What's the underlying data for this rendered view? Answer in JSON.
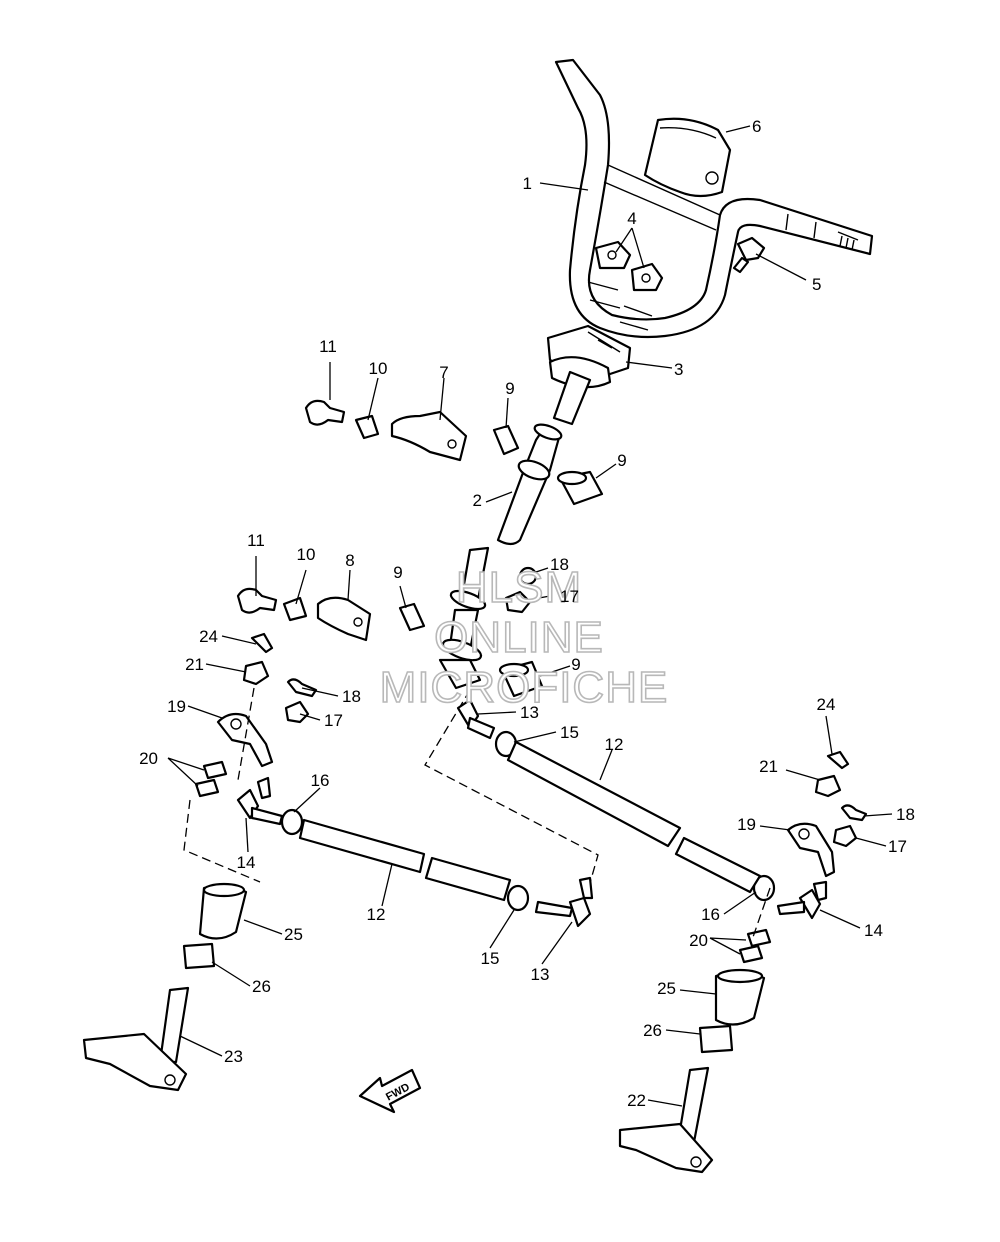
{
  "diagram": {
    "callouts": [
      "1",
      "2",
      "3",
      "4",
      "5",
      "6",
      "7",
      "8",
      "9",
      "10",
      "11",
      "12",
      "13",
      "14",
      "15",
      "16",
      "17",
      "18",
      "19",
      "20",
      "21",
      "22",
      "23",
      "24",
      "25",
      "26"
    ],
    "watermark": {
      "line1": "HLSM",
      "line2": "ONLINE",
      "line3": "MICROFICHE"
    },
    "direction_badge": "FWD"
  }
}
